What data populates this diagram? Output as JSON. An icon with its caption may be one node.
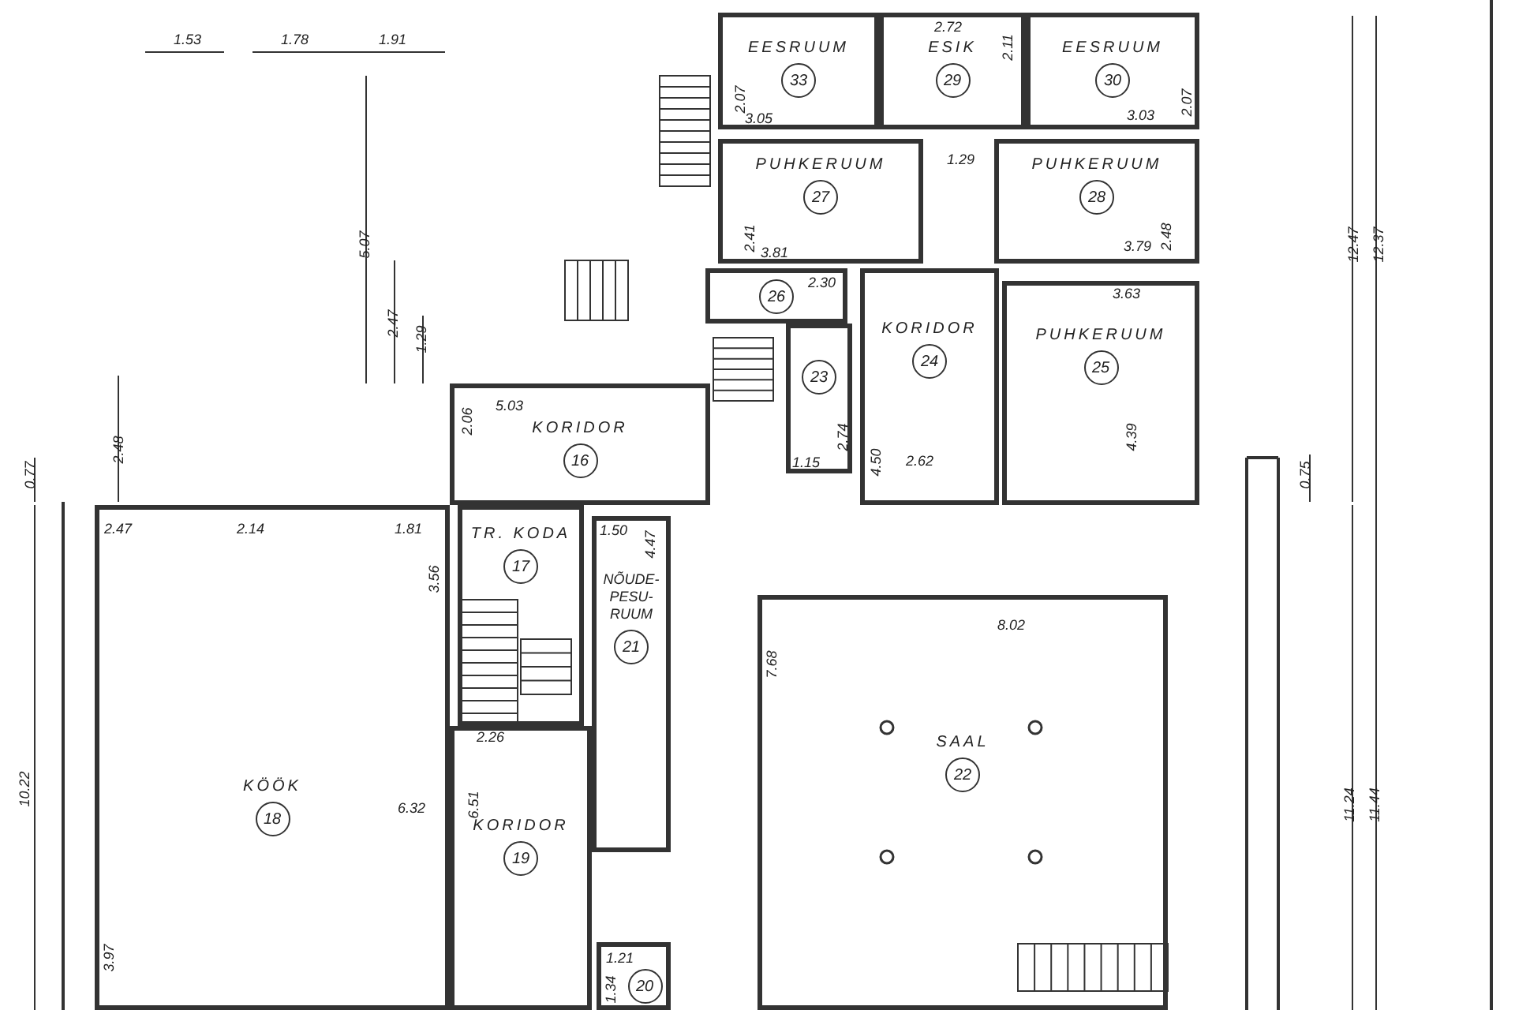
{
  "diagram": {
    "nodes": [
      {
        "text": [
          "EESRUUM",
          "33"
        ]
      },
      {
        "text": [
          "ESIK",
          "29"
        ]
      },
      {
        "text": [
          "EESRUUM",
          "30"
        ]
      },
      {
        "text": [
          "PUHKERUUM",
          "27"
        ]
      },
      {
        "text": [
          "PUHKERUUM",
          "28"
        ]
      },
      {
        "text": [
          "26"
        ]
      },
      {
        "text": [
          "23"
        ]
      },
      {
        "text": [
          "KORIDOR",
          "24"
        ]
      },
      {
        "text": [
          "PUHKERUUM",
          "25"
        ]
      },
      {
        "text": [
          "KORIDOR",
          "16"
        ]
      },
      {
        "text": [
          "TR. KODA",
          "17"
        ]
      },
      {
        "text": [
          "NÕUDE- PESU- RUUM",
          "21"
        ]
      },
      {
        "text": [
          "SAAL",
          "22"
        ]
      },
      {
        "text": [
          "KÖÖK",
          "18"
        ]
      },
      {
        "text": [
          "KORIDOR",
          "19"
        ]
      },
      {
        "text": [
          "20"
        ]
      }
    ],
    "labels": [
      "1.53",
      "1.78",
      "1.91",
      "5.07",
      "2.47",
      "1.29",
      "2.48",
      "0.77",
      "5.03",
      "2.06",
      "2.72",
      "2.11",
      "2.07",
      "3.05",
      "3.03",
      "2.07",
      "1.29",
      "2.41",
      "3.81",
      "2.48",
      "3.79",
      "2.30",
      "3.63",
      "2.74",
      "1.15",
      "4.50",
      "2.62",
      "4.39",
      "12.47",
      "12.37",
      "0.75",
      "2.47",
      "2.14",
      "1.81",
      "1.50",
      "4.47",
      "3.56",
      "2.26",
      "6.32",
      "6.51",
      "7.68",
      "8.02",
      "11.24",
      "11.44",
      "10.22",
      "3.97",
      "1.21",
      "1.34"
    ]
  }
}
